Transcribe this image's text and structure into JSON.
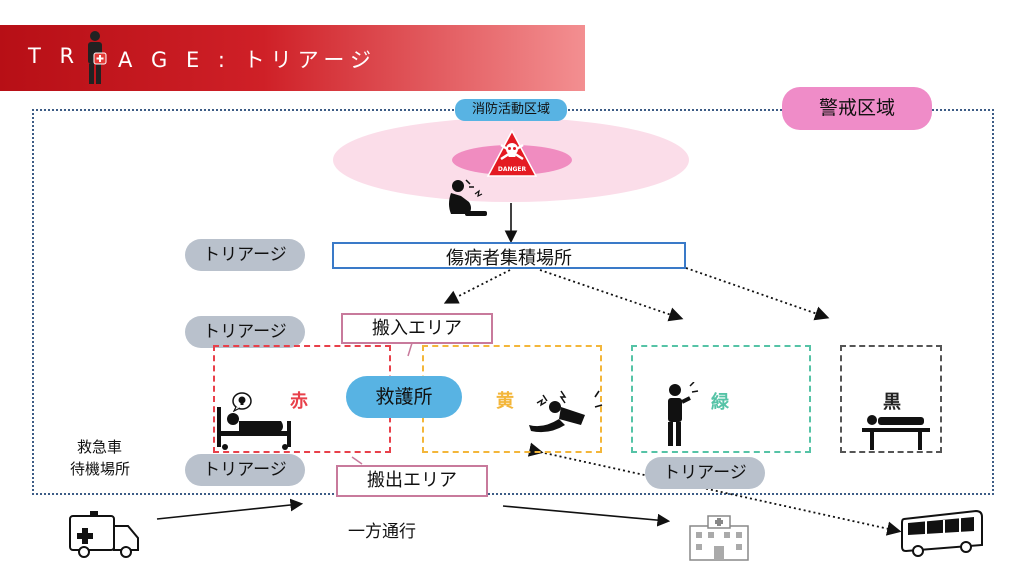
{
  "header": {
    "title_part1": "T R",
    "title_part2": "A G E : トリアージ"
  },
  "zones": {
    "fire_zone": "消防活動区域",
    "alert_zone": "警戒区域"
  },
  "hazard": {
    "sign_text": "DANGER"
  },
  "collection_point": "傷病者集積場所",
  "triage_labels": [
    "トリアージ",
    "トリアージ",
    "トリアージ",
    "トリアージ"
  ],
  "entry_area": "搬入エリア",
  "exit_area": "搬出エリア",
  "rescue_station": "救護所",
  "categories": {
    "red": {
      "label": "赤",
      "color": "#e8404a"
    },
    "yellow": {
      "label": "黄",
      "color": "#f3b63a"
    },
    "green": {
      "label": "緑",
      "color": "#55c3a6"
    },
    "black": {
      "label": "黒",
      "color": "#222222"
    }
  },
  "ambulance_standby": [
    "救急車",
    "待機場所"
  ],
  "one_way": "一方通行",
  "icons": [
    "firefighter-icon",
    "danger-sign-icon",
    "injured-person-icon",
    "skull-speech-icon",
    "hospital-bed-icon",
    "collapsed-person-icon",
    "standing-person-icon",
    "stretcher-icon",
    "ambulance-icon",
    "hospital-icon",
    "bus-icon"
  ]
}
